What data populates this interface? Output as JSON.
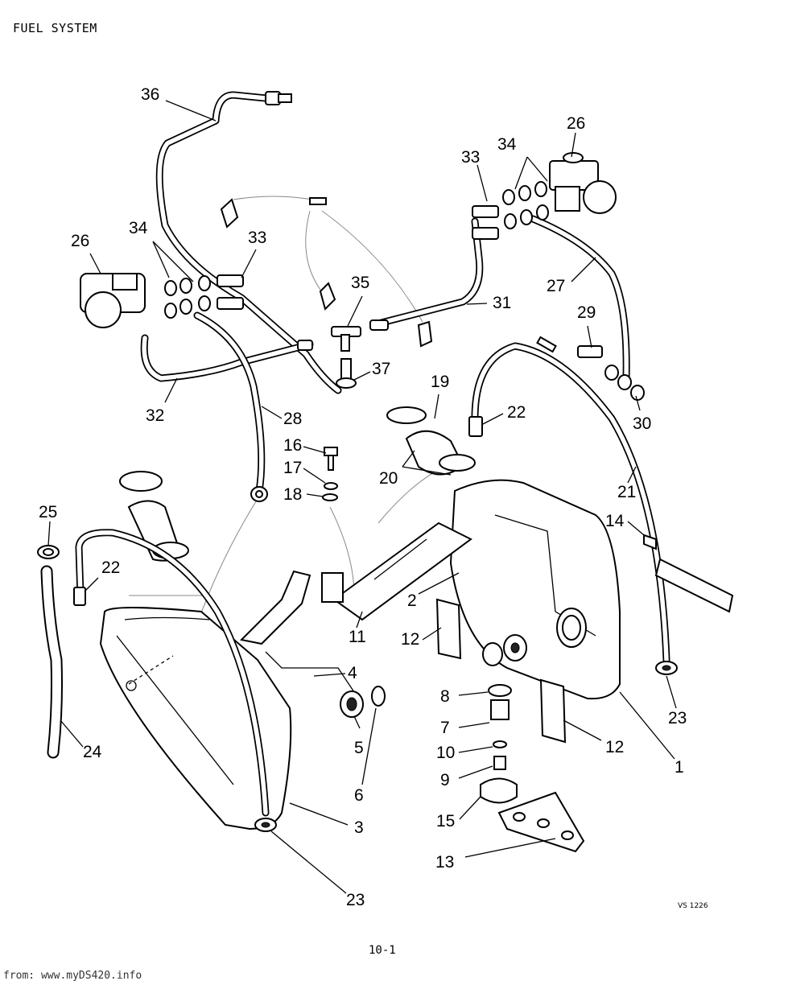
{
  "page": {
    "title": "FUEL SYSTEM",
    "drawing_ref": "VS 1226",
    "page_number": "10-1",
    "source": "from: www.myDS420.info"
  },
  "callouts": [
    "36",
    "26",
    "33",
    "34",
    "26",
    "34",
    "33",
    "35",
    "31",
    "27",
    "29",
    "30",
    "22",
    "19",
    "37",
    "32",
    "28",
    "16",
    "17",
    "18",
    "20",
    "21",
    "14",
    "25",
    "22",
    "2",
    "11",
    "12",
    "4",
    "8",
    "7",
    "10",
    "9",
    "15",
    "5",
    "6",
    "3",
    "23",
    "24",
    "12",
    "1",
    "23",
    "13"
  ]
}
